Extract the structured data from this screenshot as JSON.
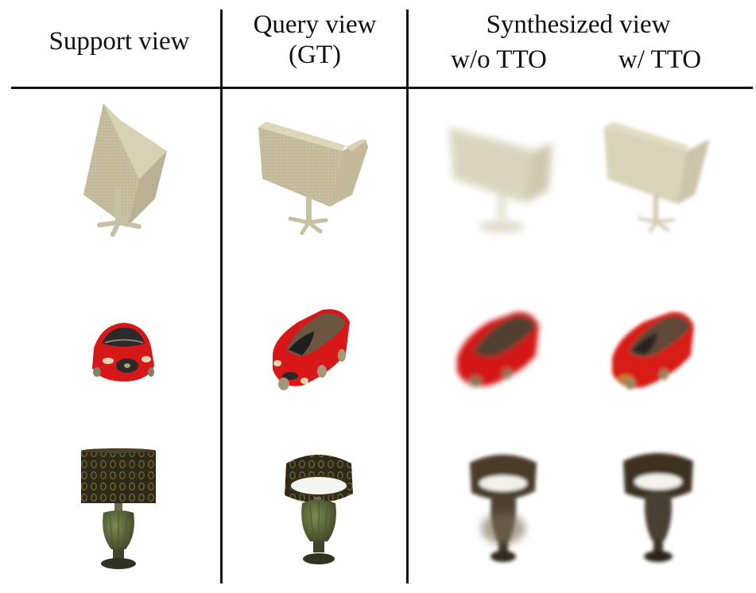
{
  "headers": {
    "support": "Support view",
    "query_line1": "Query view",
    "query_line2": "(GT)",
    "synth": "Synthesized view",
    "synth_wo": "w/o TTO",
    "synth_w": "w/ TTO"
  },
  "rows": [
    {
      "object": "chair"
    },
    {
      "object": "car"
    },
    {
      "object": "lamp"
    }
  ],
  "colors": {
    "chair": "#c9c1a2",
    "car_body": "#d81818",
    "lamp_shade": "#3a3420",
    "lamp_base": "#5f6a3e",
    "rule": "#111111"
  }
}
